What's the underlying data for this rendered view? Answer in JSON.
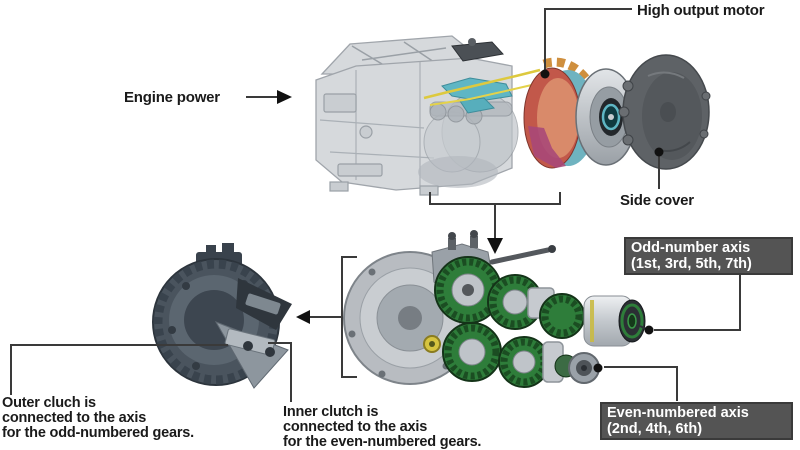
{
  "labels": {
    "high_output_motor": "High output motor",
    "engine_power": "Engine power",
    "side_cover": "Side cover"
  },
  "callouts": {
    "odd_axis": {
      "title": "Odd-number axis",
      "detail": "(1st, 3rd, 5th, 7th)"
    },
    "even_axis": {
      "title": "Even-numbered axis",
      "detail": "(2nd, 4th, 6th)"
    }
  },
  "notes": {
    "outer_clutch": {
      "line1": "Outer cluch is",
      "line2": "connected to the axis",
      "line3": "for the odd-numbered gears."
    },
    "inner_clutch": {
      "line1": "Inner clutch is",
      "line2": "connected to the axis",
      "line3": "for the even-numbered gears."
    }
  },
  "colors": {
    "background": "#ffffff",
    "label_text": "#1a1a1a",
    "callout_background": "#545454",
    "callout_text": "#ffffff",
    "annotation_line": "#3a3a3a",
    "housing_gray": "#d6d9dc",
    "side_cover_gray": "#5e6266",
    "clutch_dark_gray": "#4a545e",
    "gear_green": "#2e7d3a",
    "motor_red": "#c2584a",
    "motor_magenta": "#a84878",
    "accent_cyan": "#5fb6c4",
    "accent_yellow": "#ddc93e",
    "accent_orange": "#cf8f3e"
  }
}
